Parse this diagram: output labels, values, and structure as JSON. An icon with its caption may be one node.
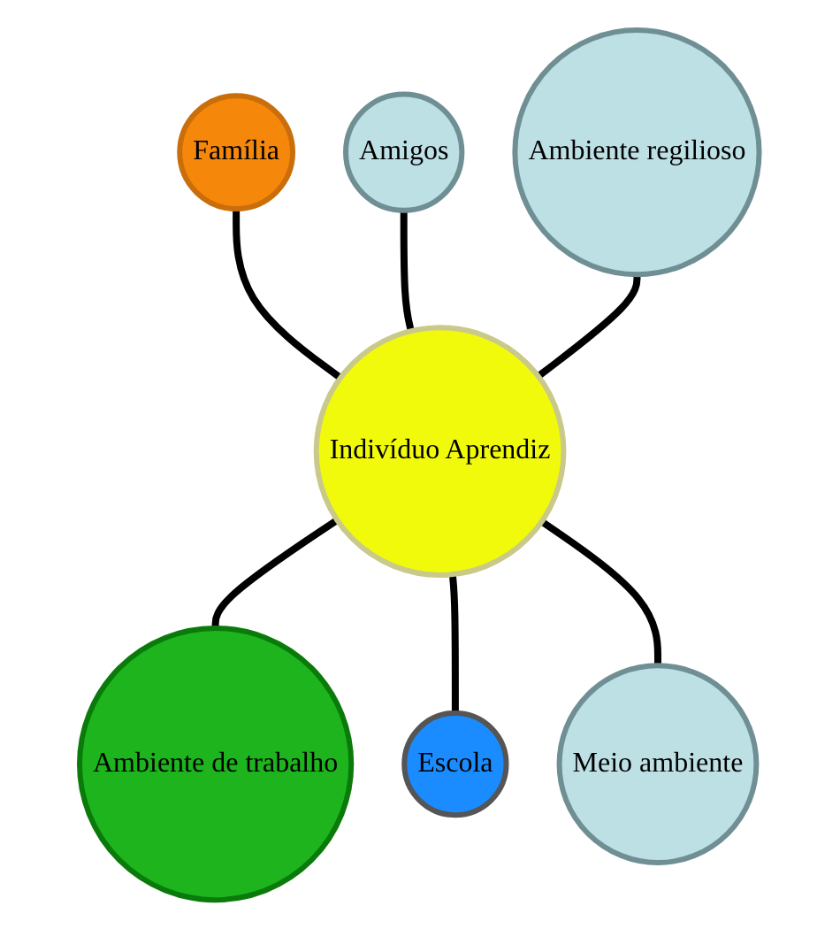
{
  "diagram": {
    "nodes": [
      {
        "text": [
          "Família"
        ]
      },
      {
        "text": [
          "Amigos"
        ]
      },
      {
        "text": [
          "Ambiente regilioso"
        ]
      },
      {
        "text": [
          "Indivíduo Aprendiz"
        ]
      },
      {
        "text": [
          "Ambiente de trabalho"
        ]
      },
      {
        "text": [
          "Escola"
        ]
      },
      {
        "text": [
          "Meio ambiente"
        ]
      }
    ],
    "edges": [
      {
        "from": 0,
        "to": 3,
        "arrow": "none"
      },
      {
        "from": 1,
        "to": 3,
        "arrow": "none"
      },
      {
        "from": 2,
        "to": 3,
        "arrow": "none"
      },
      {
        "from": 3,
        "to": 4,
        "arrow": "none"
      },
      {
        "from": 3,
        "to": 5,
        "arrow": "none"
      },
      {
        "from": 3,
        "to": 6,
        "arrow": "none"
      }
    ]
  }
}
